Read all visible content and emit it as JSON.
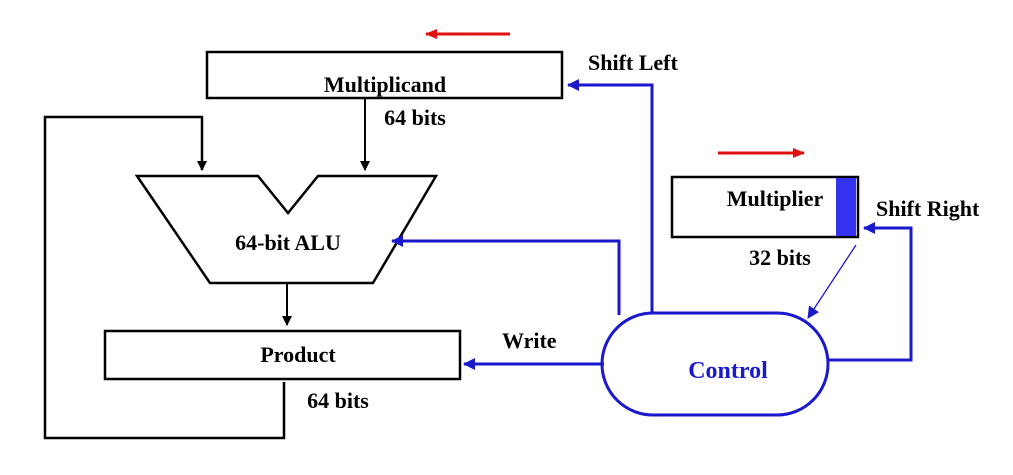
{
  "blocks": {
    "multiplicand": {
      "label": "Multiplicand",
      "width": "64 bits"
    },
    "alu": {
      "label": "64-bit ALU"
    },
    "product": {
      "label": "Product",
      "width": "64 bits"
    },
    "multiplier": {
      "label": "Multiplier",
      "width": "32 bits"
    },
    "control": {
      "label": "Control"
    }
  },
  "signals": {
    "shift_left": "Shift Left",
    "shift_right": "Shift Right",
    "write": "Write"
  },
  "colors": {
    "line": "#000000",
    "control": "#1a1acc",
    "shift_arrow": "#e01010",
    "lsb_marker": "#3333ee"
  }
}
